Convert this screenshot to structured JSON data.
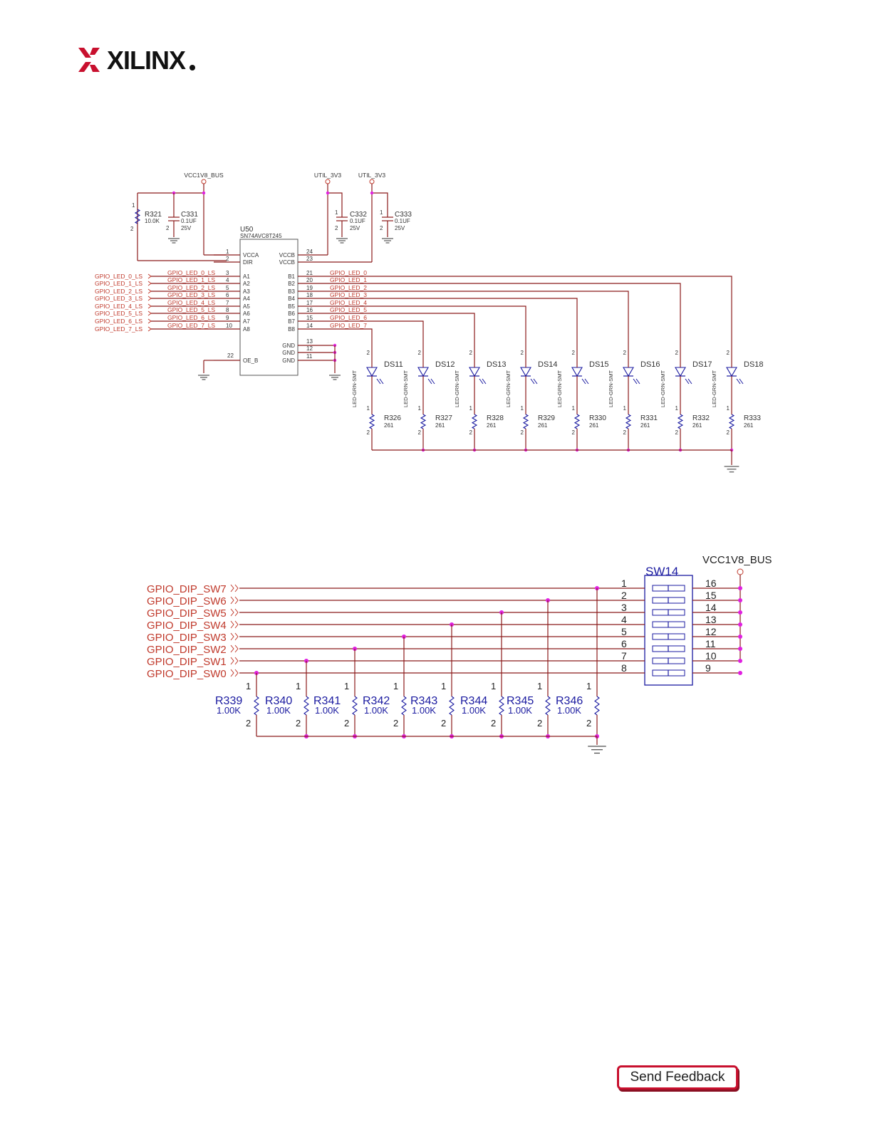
{
  "brand": {
    "name": "XILINX",
    "accent": "#c8102e"
  },
  "colors": {
    "net_red": "#c0392b",
    "blue": "#1a1aa0",
    "wire": "#8b1a1a",
    "dot": "#e020e0"
  },
  "led_schematic": {
    "power_nets": [
      "VCC1V8_BUS",
      "UTIL_3V3",
      "UTIL_3V3"
    ],
    "r321": {
      "ref": "R321",
      "value": "10.0K",
      "pin1": "1",
      "pin2": "2"
    },
    "caps": [
      {
        "ref": "C331",
        "value": "0.1UF",
        "voltage": "25V",
        "pin2": "2"
      },
      {
        "ref": "C332",
        "value": "0.1UF",
        "voltage": "25V",
        "pin1": "1",
        "pin2": "2"
      },
      {
        "ref": "C333",
        "value": "0.1UF",
        "voltage": "25V",
        "pin1": "1",
        "pin2": "2"
      }
    ],
    "u50": {
      "ref": "U50",
      "part": "SN74AVC8T245",
      "left_pins": [
        {
          "num": "1",
          "name": "VCCA"
        },
        {
          "num": "2",
          "name": "DIR"
        },
        {
          "num": "3",
          "name": "A1"
        },
        {
          "num": "4",
          "name": "A2"
        },
        {
          "num": "5",
          "name": "A3"
        },
        {
          "num": "6",
          "name": "A4"
        },
        {
          "num": "7",
          "name": "A5"
        },
        {
          "num": "8",
          "name": "A6"
        },
        {
          "num": "9",
          "name": "A7"
        },
        {
          "num": "10",
          "name": "A8"
        }
      ],
      "oe_pin": {
        "num": "22",
        "name": "OE_B"
      },
      "right_pins": [
        {
          "num": "24",
          "name": "VCCB"
        },
        {
          "num": "23",
          "name": "VCCB"
        },
        {
          "num": "21",
          "name": "B1"
        },
        {
          "num": "20",
          "name": "B2"
        },
        {
          "num": "19",
          "name": "B3"
        },
        {
          "num": "18",
          "name": "B4"
        },
        {
          "num": "17",
          "name": "B5"
        },
        {
          "num": "16",
          "name": "B6"
        },
        {
          "num": "15",
          "name": "B7"
        },
        {
          "num": "14",
          "name": "B8"
        }
      ],
      "gnd_pins": [
        {
          "num": "13",
          "name": "GND"
        },
        {
          "num": "12",
          "name": "GND"
        },
        {
          "num": "11",
          "name": "GND"
        }
      ]
    },
    "ls_ports": [
      "GPIO_LED_0_LS",
      "GPIO_LED_1_LS",
      "GPIO_LED_2_LS",
      "GPIO_LED_3_LS",
      "GPIO_LED_4_LS",
      "GPIO_LED_5_LS",
      "GPIO_LED_6_LS",
      "GPIO_LED_7_LS"
    ],
    "led_nets": [
      "GPIO_LED_0",
      "GPIO_LED_1",
      "GPIO_LED_2",
      "GPIO_LED_3",
      "GPIO_LED_4",
      "GPIO_LED_5",
      "GPIO_LED_6",
      "GPIO_LED_7"
    ],
    "leds": [
      "DS11",
      "DS12",
      "DS13",
      "DS14",
      "DS15",
      "DS16",
      "DS17",
      "DS18"
    ],
    "led_part": "LED-GRN-SMT",
    "led_resistors": [
      "R326",
      "R327",
      "R328",
      "R329",
      "R330",
      "R331",
      "R332",
      "R333"
    ],
    "led_res_value": "261",
    "pin1": "1",
    "pin2": "2"
  },
  "dip_schematic": {
    "power_net": "VCC1V8_BUS",
    "switch_ref": "SW14",
    "ports": [
      "GPIO_DIP_SW7",
      "GPIO_DIP_SW6",
      "GPIO_DIP_SW5",
      "GPIO_DIP_SW4",
      "GPIO_DIP_SW3",
      "GPIO_DIP_SW2",
      "GPIO_DIP_SW1",
      "GPIO_DIP_SW0"
    ],
    "left_pins": [
      "1",
      "2",
      "3",
      "4",
      "5",
      "6",
      "7",
      "8"
    ],
    "right_pins": [
      "16",
      "15",
      "14",
      "13",
      "12",
      "11",
      "10",
      "9"
    ],
    "resistors": [
      "R339",
      "R340",
      "R341",
      "R342",
      "R343",
      "R344",
      "R345",
      "R346"
    ],
    "res_value": "1.00K",
    "pin1": "1",
    "pin2": "2"
  },
  "footer": {
    "feedback_label": "Send Feedback"
  }
}
